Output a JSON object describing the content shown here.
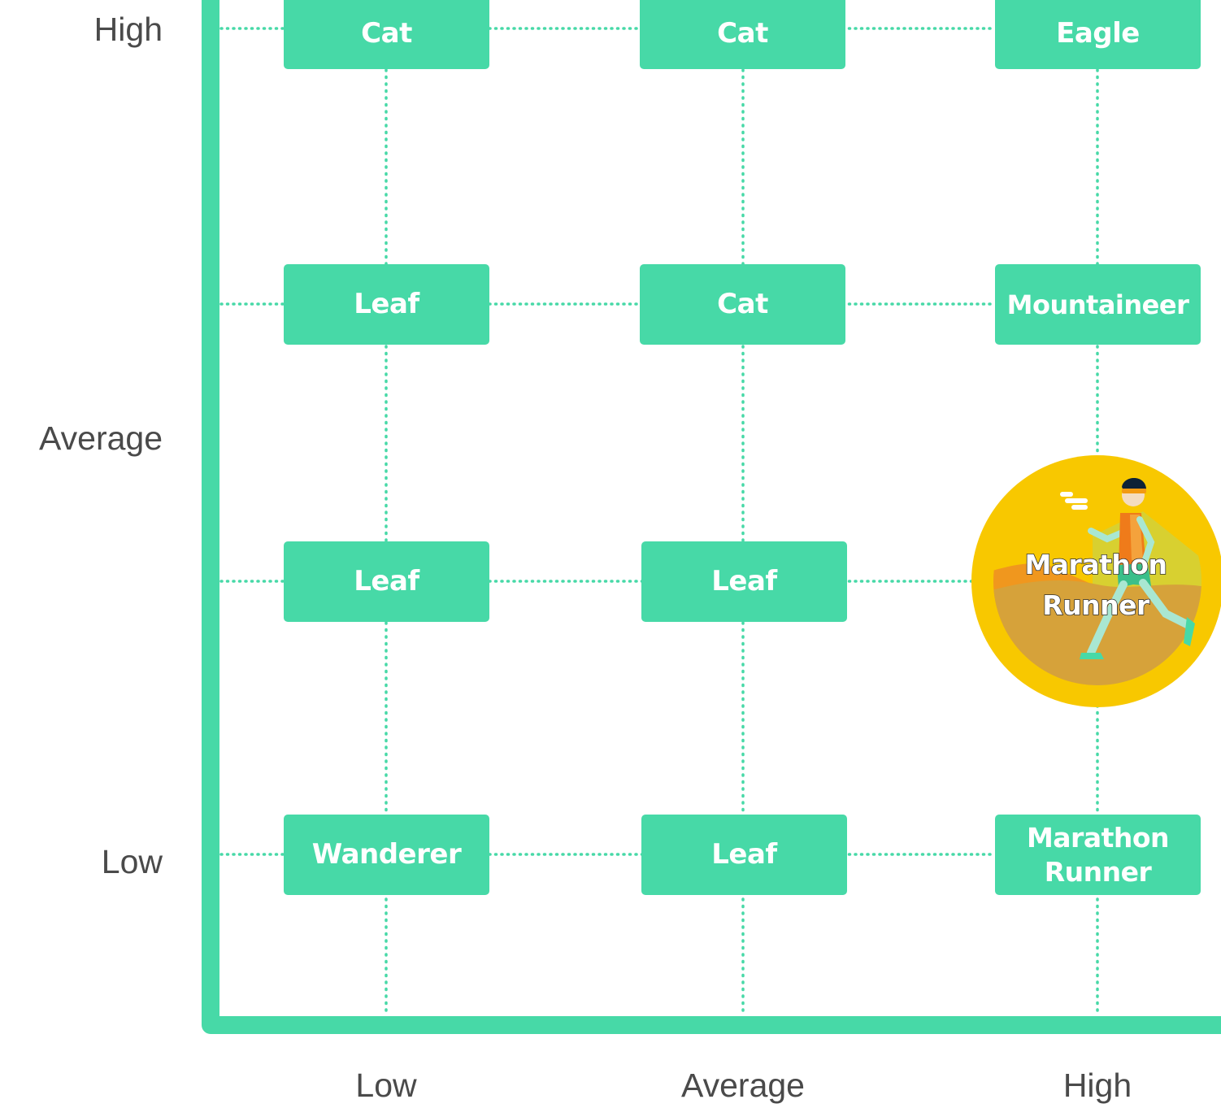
{
  "colors": {
    "accent": "#47d9a7",
    "cell_text": "#ffffff",
    "label_text": "#4a4a4a",
    "badge_gold": "#f8c800"
  },
  "y_axis": {
    "high": "High",
    "average": "Average",
    "low": "Low"
  },
  "x_axis": {
    "low": "Low",
    "average": "Average",
    "high": "High"
  },
  "grid": {
    "rows": [
      {
        "cells": [
          "Cat",
          "Cat",
          "Eagle"
        ]
      },
      {
        "cells": [
          "Leaf",
          "Cat",
          "Mountaineer"
        ]
      },
      {
        "cells": [
          "Leaf",
          "Leaf",
          ""
        ]
      },
      {
        "cells": [
          "Wanderer",
          "Leaf",
          "Marathon Runner"
        ]
      }
    ]
  },
  "badge": {
    "title": "Marathon Runner",
    "icon": "marathon-runner-badge-icon"
  }
}
